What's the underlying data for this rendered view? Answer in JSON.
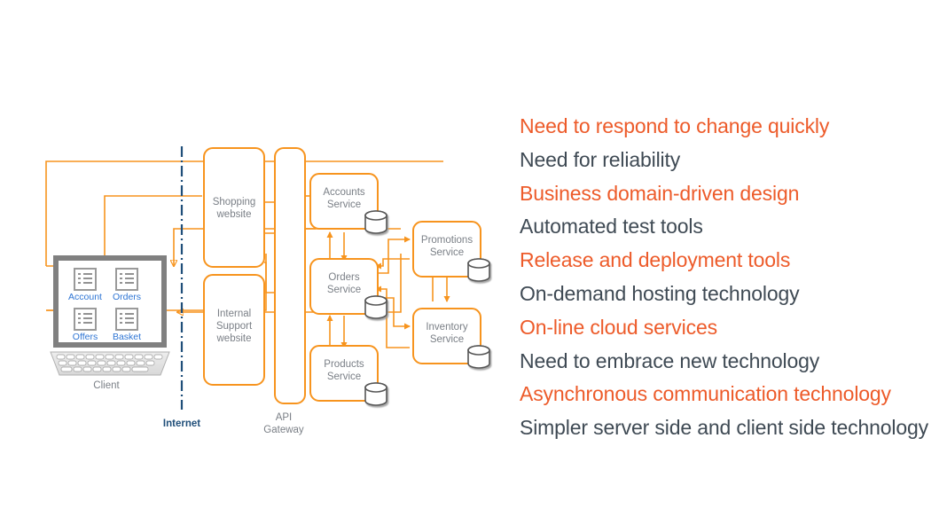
{
  "slide": {
    "background_color": "#FFFFFF",
    "accent_orange": "#ED5B2A",
    "body_grey": "#3F4A54",
    "node_label_grey": "#7A7F86",
    "link_blue": "#2E75D4",
    "internet_blue": "#1F4E79",
    "db_grey": "#6E6E6E"
  },
  "bullets": [
    {
      "text": "Need to respond to change quickly",
      "color": "orange"
    },
    {
      "text": "Need for reliability",
      "color": "grey"
    },
    {
      "text": "Business domain-driven design",
      "color": "orange"
    },
    {
      "text": "Automated test tools",
      "color": "grey"
    },
    {
      "text": "Release and deployment tools",
      "color": "orange"
    },
    {
      "text": "On-demand hosting technology",
      "color": "grey"
    },
    {
      "text": "On-line cloud services",
      "color": "orange"
    },
    {
      "text": "Need to embrace new technology",
      "color": "grey"
    },
    {
      "text": "Asynchronous communication technology",
      "color": "orange"
    },
    {
      "text": "Simpler server side and client side technology",
      "color": "grey"
    }
  ],
  "diagram": {
    "client": {
      "device_label": "Client",
      "apps": [
        {
          "label": "Account"
        },
        {
          "label": "Orders"
        },
        {
          "label": "Offers"
        },
        {
          "label": "Basket"
        }
      ]
    },
    "boundary": {
      "label": "Internet"
    },
    "websites": [
      {
        "line1": "Shopping",
        "line2": "website"
      },
      {
        "line1": "Internal",
        "line2": "Support",
        "line3": "website"
      }
    ],
    "gateway": {
      "line1": "API",
      "line2": "Gateway"
    },
    "services": [
      {
        "line1": "Accounts",
        "line2": "Service",
        "has_database": true
      },
      {
        "line1": "Orders",
        "line2": "Service",
        "has_database": true
      },
      {
        "line1": "Products",
        "line2": "Service",
        "has_database": true
      },
      {
        "line1": "Promotions",
        "line2": "Service",
        "has_database": true
      },
      {
        "line1": "Inventory",
        "line2": "Service",
        "has_database": true
      }
    ]
  }
}
